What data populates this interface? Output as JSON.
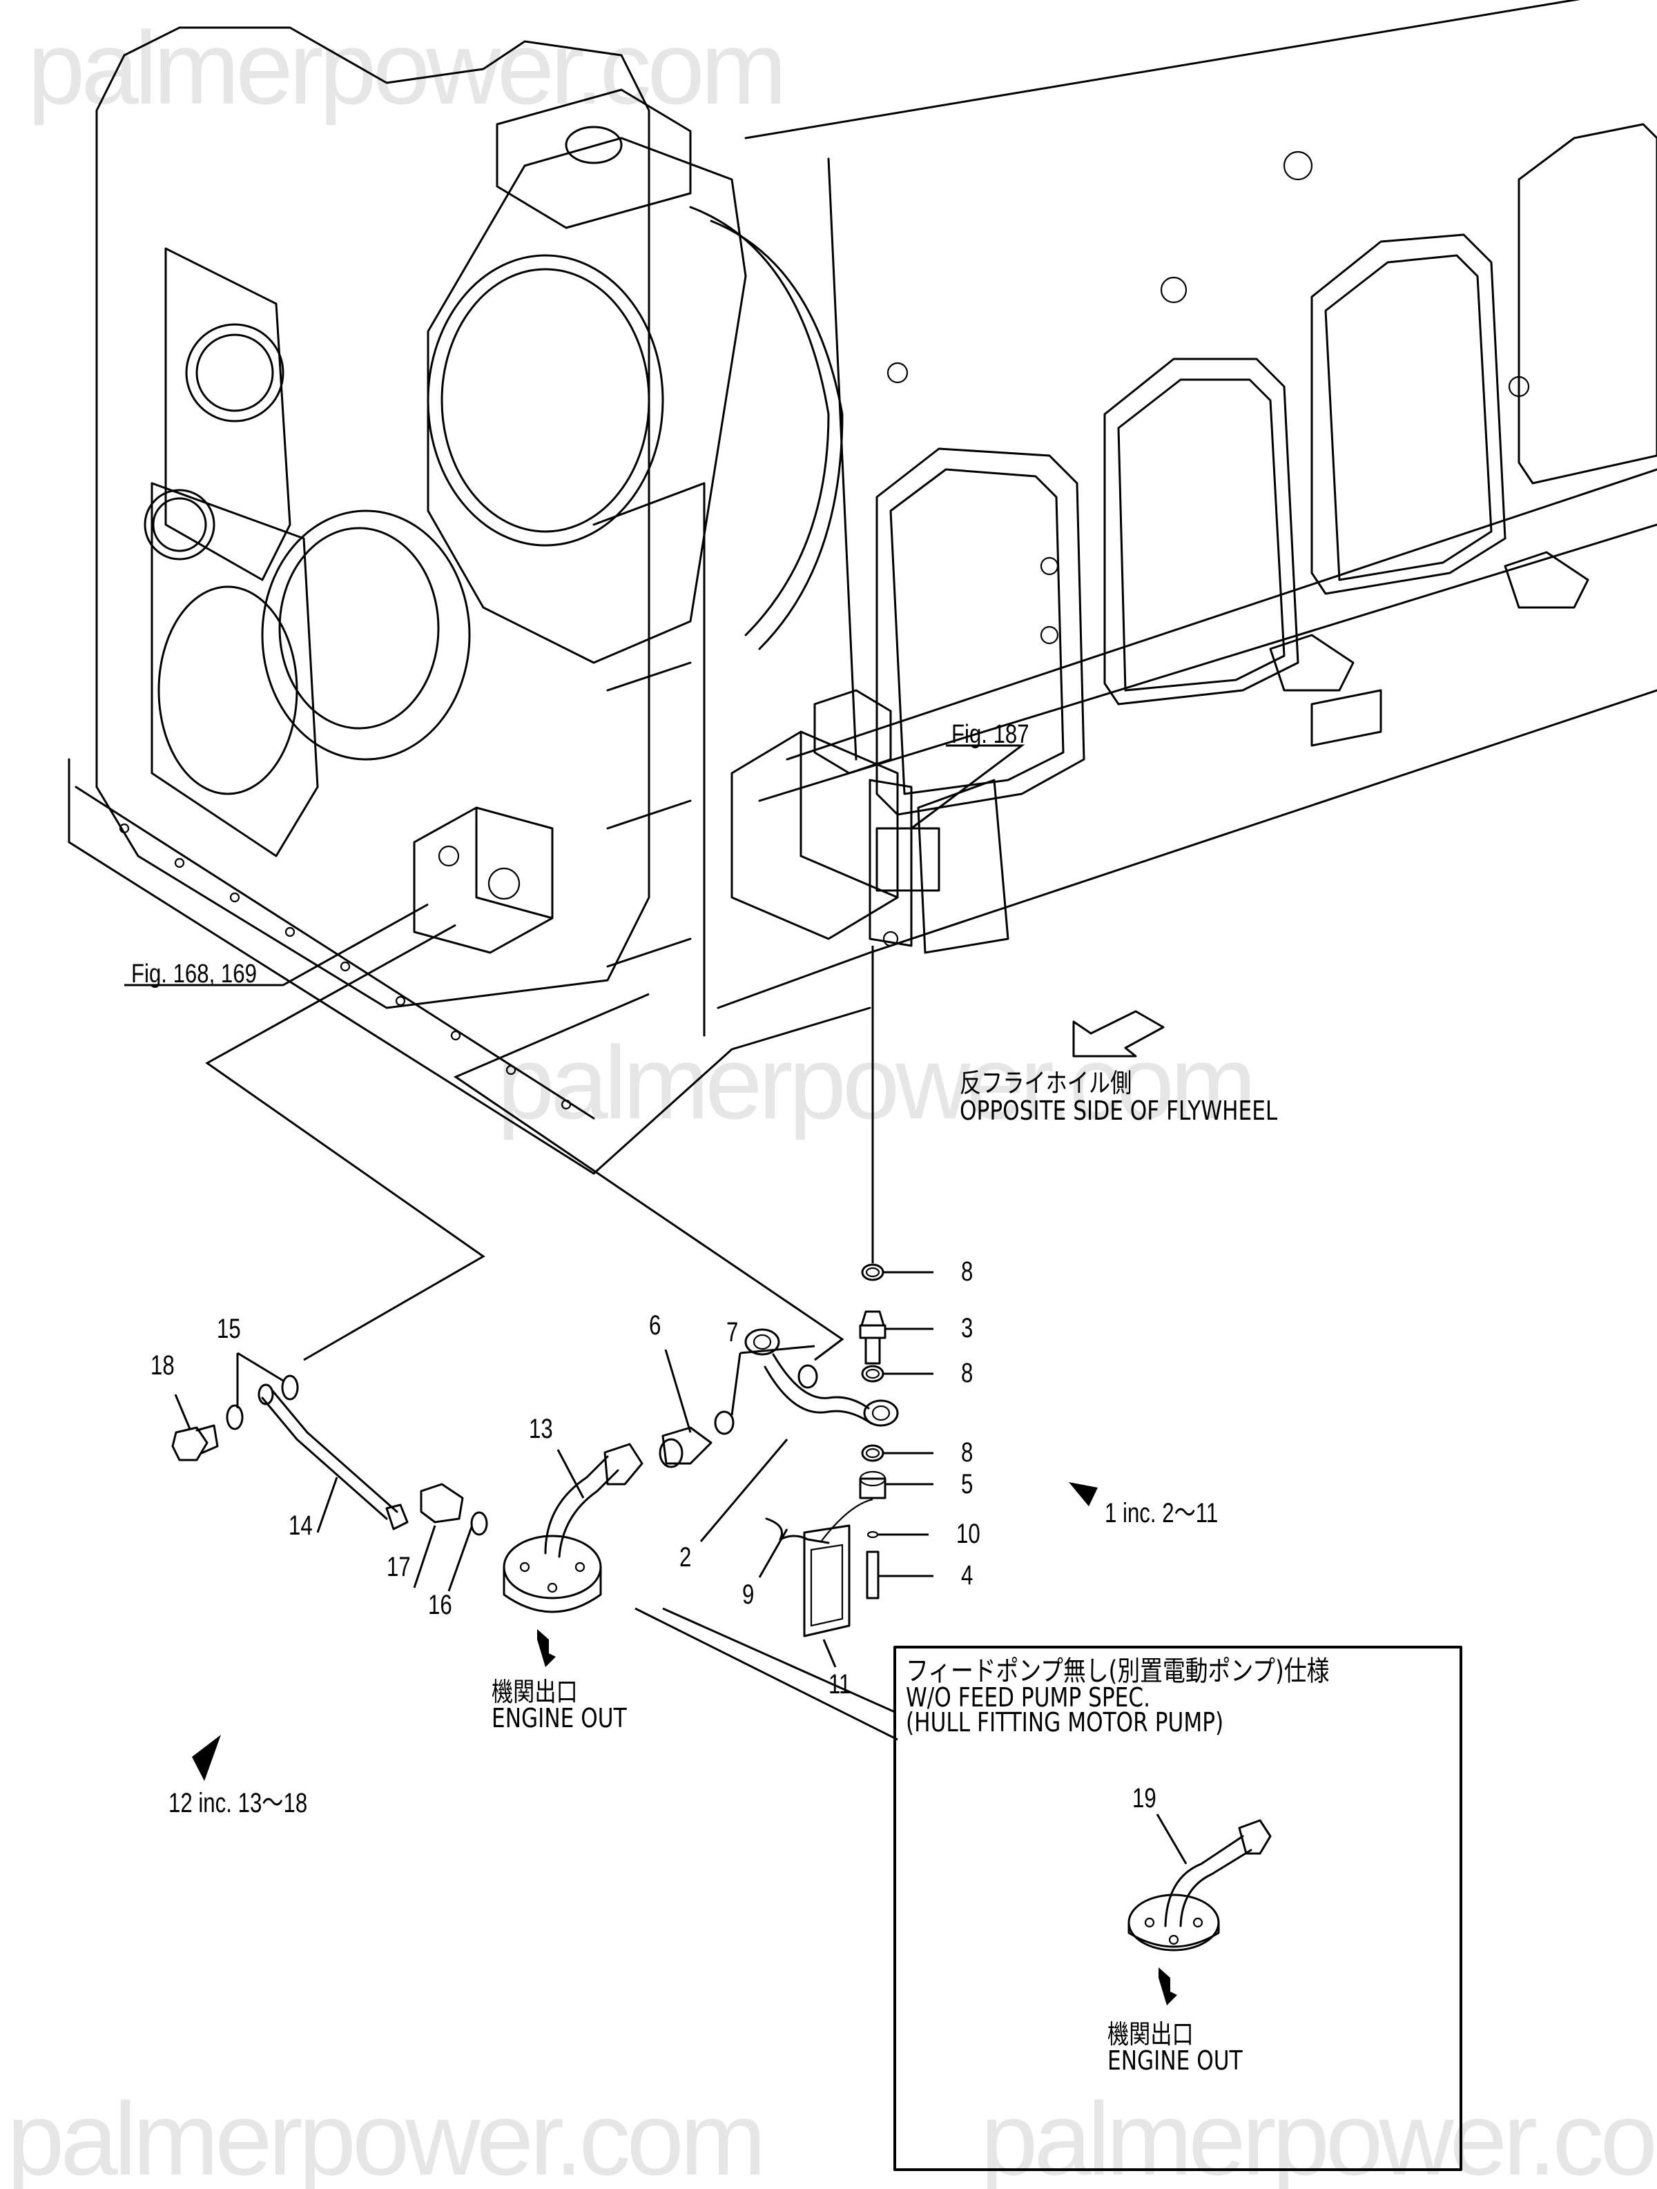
{
  "watermark": "palmerpower.com",
  "figure_refs": [
    {
      "id": "fig-168-169",
      "text": "Fig. 168, 169"
    },
    {
      "id": "fig-187",
      "text": "Fig. 187"
    }
  ],
  "direction_note": {
    "jp": "反フライホイル側",
    "en": "OPPOSITE SIDE OF FLYWHEEL"
  },
  "callouts": [
    {
      "num": "2"
    },
    {
      "num": "3"
    },
    {
      "num": "4"
    },
    {
      "num": "5"
    },
    {
      "num": "6"
    },
    {
      "num": "7"
    },
    {
      "num": "8"
    },
    {
      "num": "8"
    },
    {
      "num": "8"
    },
    {
      "num": "9"
    },
    {
      "num": "10"
    },
    {
      "num": "11"
    },
    {
      "num": "13"
    },
    {
      "num": "14"
    },
    {
      "num": "15"
    },
    {
      "num": "16"
    },
    {
      "num": "17"
    },
    {
      "num": "18"
    },
    {
      "num": "19"
    }
  ],
  "assembly_notes": [
    {
      "text": "1 inc. 2～11"
    },
    {
      "text": "12 inc. 13～18"
    }
  ],
  "engine_out": {
    "jp": "機関出口",
    "en": "ENGINE OUT"
  },
  "inset": {
    "title_jp": "フィードポンプ無し(別置電動ポンプ)仕様",
    "title_en1": "W/O FEED PUMP SPEC.",
    "title_en2": "(HULL FITTING MOTOR PUMP)",
    "engine_out_jp": "機関出口",
    "engine_out_en": "ENGINE OUT"
  }
}
